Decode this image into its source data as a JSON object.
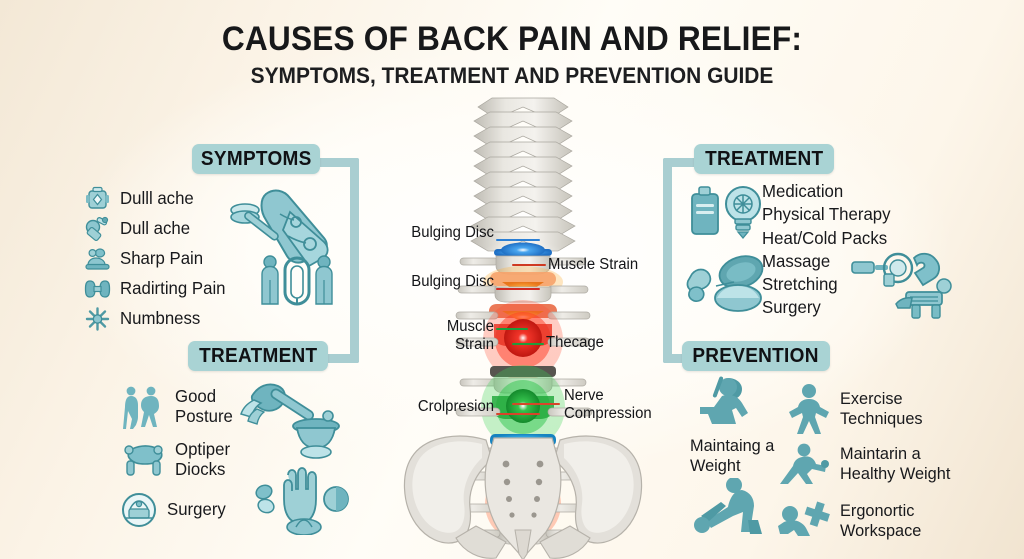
{
  "header": {
    "title_main": "CAUSES OF BACK PAIN AND RELIEF:",
    "title_sub": "SYMPTOMS, TREATMENT AND PREVENTION GUIDE"
  },
  "theme": {
    "badge_bg": "#a9d3d4",
    "bracket": "#a9ced1",
    "icon_teal": "#58a2ac",
    "bone": "#d8d5cf",
    "background": "#fdf6ea"
  },
  "sections": {
    "symptoms": {
      "badge": "SYMPTOMS",
      "items": [
        {
          "label": "Dulll ache",
          "icon": "ice-pack-icon"
        },
        {
          "label": "Dull ache",
          "icon": "magnifier-pain-icon"
        },
        {
          "label": "Sharp Pain",
          "icon": "seated-person-icon"
        },
        {
          "label": "Radirting Pain",
          "icon": "vertebra-icon"
        },
        {
          "label": "Numbness",
          "icon": "nerve-burst-icon"
        }
      ],
      "illustrations": [
        "arm-compress-illustration",
        "patient-scan-illustration"
      ]
    },
    "treatment_left": {
      "badge": "TREATMENT",
      "items": [
        {
          "label": "Good\nPosture",
          "icon": "posture-figures-icon"
        },
        {
          "label": "Optiper\nDiocks",
          "icon": "support-brace-icon"
        },
        {
          "label": "Surgery",
          "icon": "surgery-circle-icon"
        }
      ],
      "illustrations": [
        "mortar-pestle-illustration",
        "glove-pills-illustration"
      ]
    },
    "treatment_right": {
      "badge": "TREATMENT",
      "items": [
        "Medication",
        "Physical Therapy",
        "Heat/Cold Packs",
        "Massage",
        "Stretching",
        "Surgery"
      ],
      "illustrations": [
        "bottle-bulb-illustration",
        "capsule-illustration",
        "therapy-table-illustration"
      ]
    },
    "prevention": {
      "badge": "PREVENTION",
      "items": [
        {
          "label": "Maintaing a\nWeight",
          "icon": "seated-stretch-figure-icon"
        },
        {
          "label": "Exercise\nTechniques",
          "icon": "standing-exercise-figure-icon"
        },
        {
          "label": "Maintarin a\nHealthy Weight",
          "icon": "lunge-figure-icon"
        },
        {
          "label": "Ergonortic\nWorkspace",
          "icon": "floor-stretch-figure-icon"
        }
      ],
      "illustrations": [
        "bending-lift-figure-illustration"
      ]
    }
  },
  "spine": {
    "labels_left": [
      {
        "text": "Bulging Disc",
        "color": "#2b7fd4"
      },
      {
        "text": "Bulging Disc",
        "color": "#cf2a24"
      },
      {
        "text": "Muscle\nStrain",
        "color": "#1f9c3c"
      },
      {
        "text": "Crolpresion",
        "color": "#d8442a"
      }
    ],
    "labels_right": [
      {
        "text": "Muscle Strain",
        "color": "#cf3a22"
      },
      {
        "text": "Thecage",
        "color": "#1f9c3c"
      },
      {
        "text": "Nerve\nCompression",
        "color": "#d8442a"
      }
    ],
    "highlight_colors": {
      "blue_disc": "#2b7fd4",
      "orange_disc": "#f2902a",
      "red_disc": "#e2231a",
      "green_disc": "#23a43a",
      "cyan_disc": "#2aa6e0",
      "lower_red_disc": "#ef3b18"
    },
    "parts": [
      "thoracic-vertebrae",
      "lumbar-vertebrae",
      "sacrum",
      "pelvis"
    ]
  }
}
